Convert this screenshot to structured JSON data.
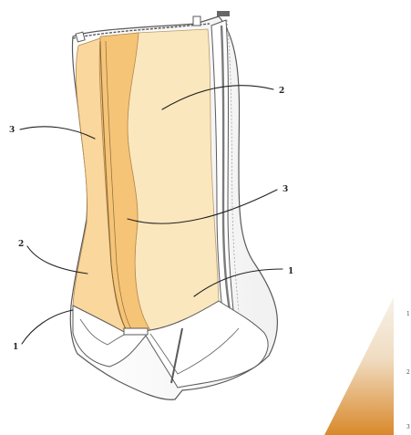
{
  "callouts": [
    {
      "id": "callout-2-upper",
      "label": "2"
    },
    {
      "id": "callout-3-left",
      "label": "3"
    },
    {
      "id": "callout-3-middle",
      "label": "3"
    },
    {
      "id": "callout-2-left",
      "label": "2"
    },
    {
      "id": "callout-1-right",
      "label": "1"
    },
    {
      "id": "callout-1-left",
      "label": "1"
    }
  ],
  "legend": {
    "levels": [
      "1",
      "2",
      "3"
    ],
    "gradient": {
      "light": "#f7f1e8",
      "dark": "#d9892a"
    }
  },
  "colors": {
    "panel_light": "#fbe7bd",
    "panel_medium": "#f9d08f",
    "panel_dark": "#f2b461",
    "outline": "#5a5a5a",
    "fabric_white": "#ffffff"
  }
}
